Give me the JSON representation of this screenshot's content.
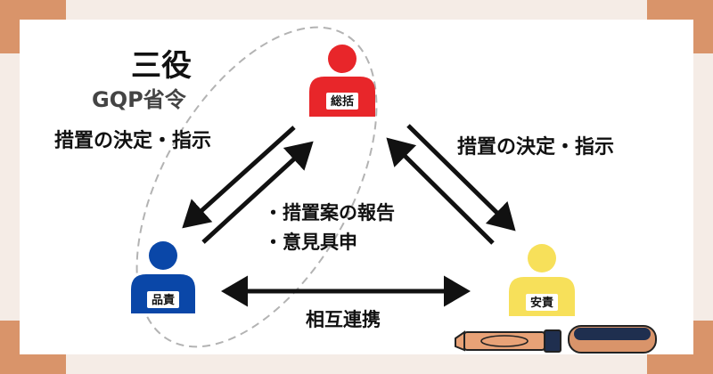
{
  "title": "三役",
  "subtitle": "GQP省令",
  "left_instruction": "措置の決定・指示",
  "right_instruction": "措置の決定・指示",
  "report_items": [
    "・措置案の報告",
    "・意見具申"
  ],
  "cooperation": "相互連携",
  "roles": {
    "top": {
      "label": "総括",
      "color": "#e8262a"
    },
    "left": {
      "label": "品責",
      "color": "#0a47a8"
    },
    "right": {
      "label": "安責",
      "color": "#f7e05a"
    }
  },
  "colors": {
    "corner": "#d9946a",
    "background": "#f5ece6",
    "dashed_ellipse": "#b3b3b3"
  }
}
